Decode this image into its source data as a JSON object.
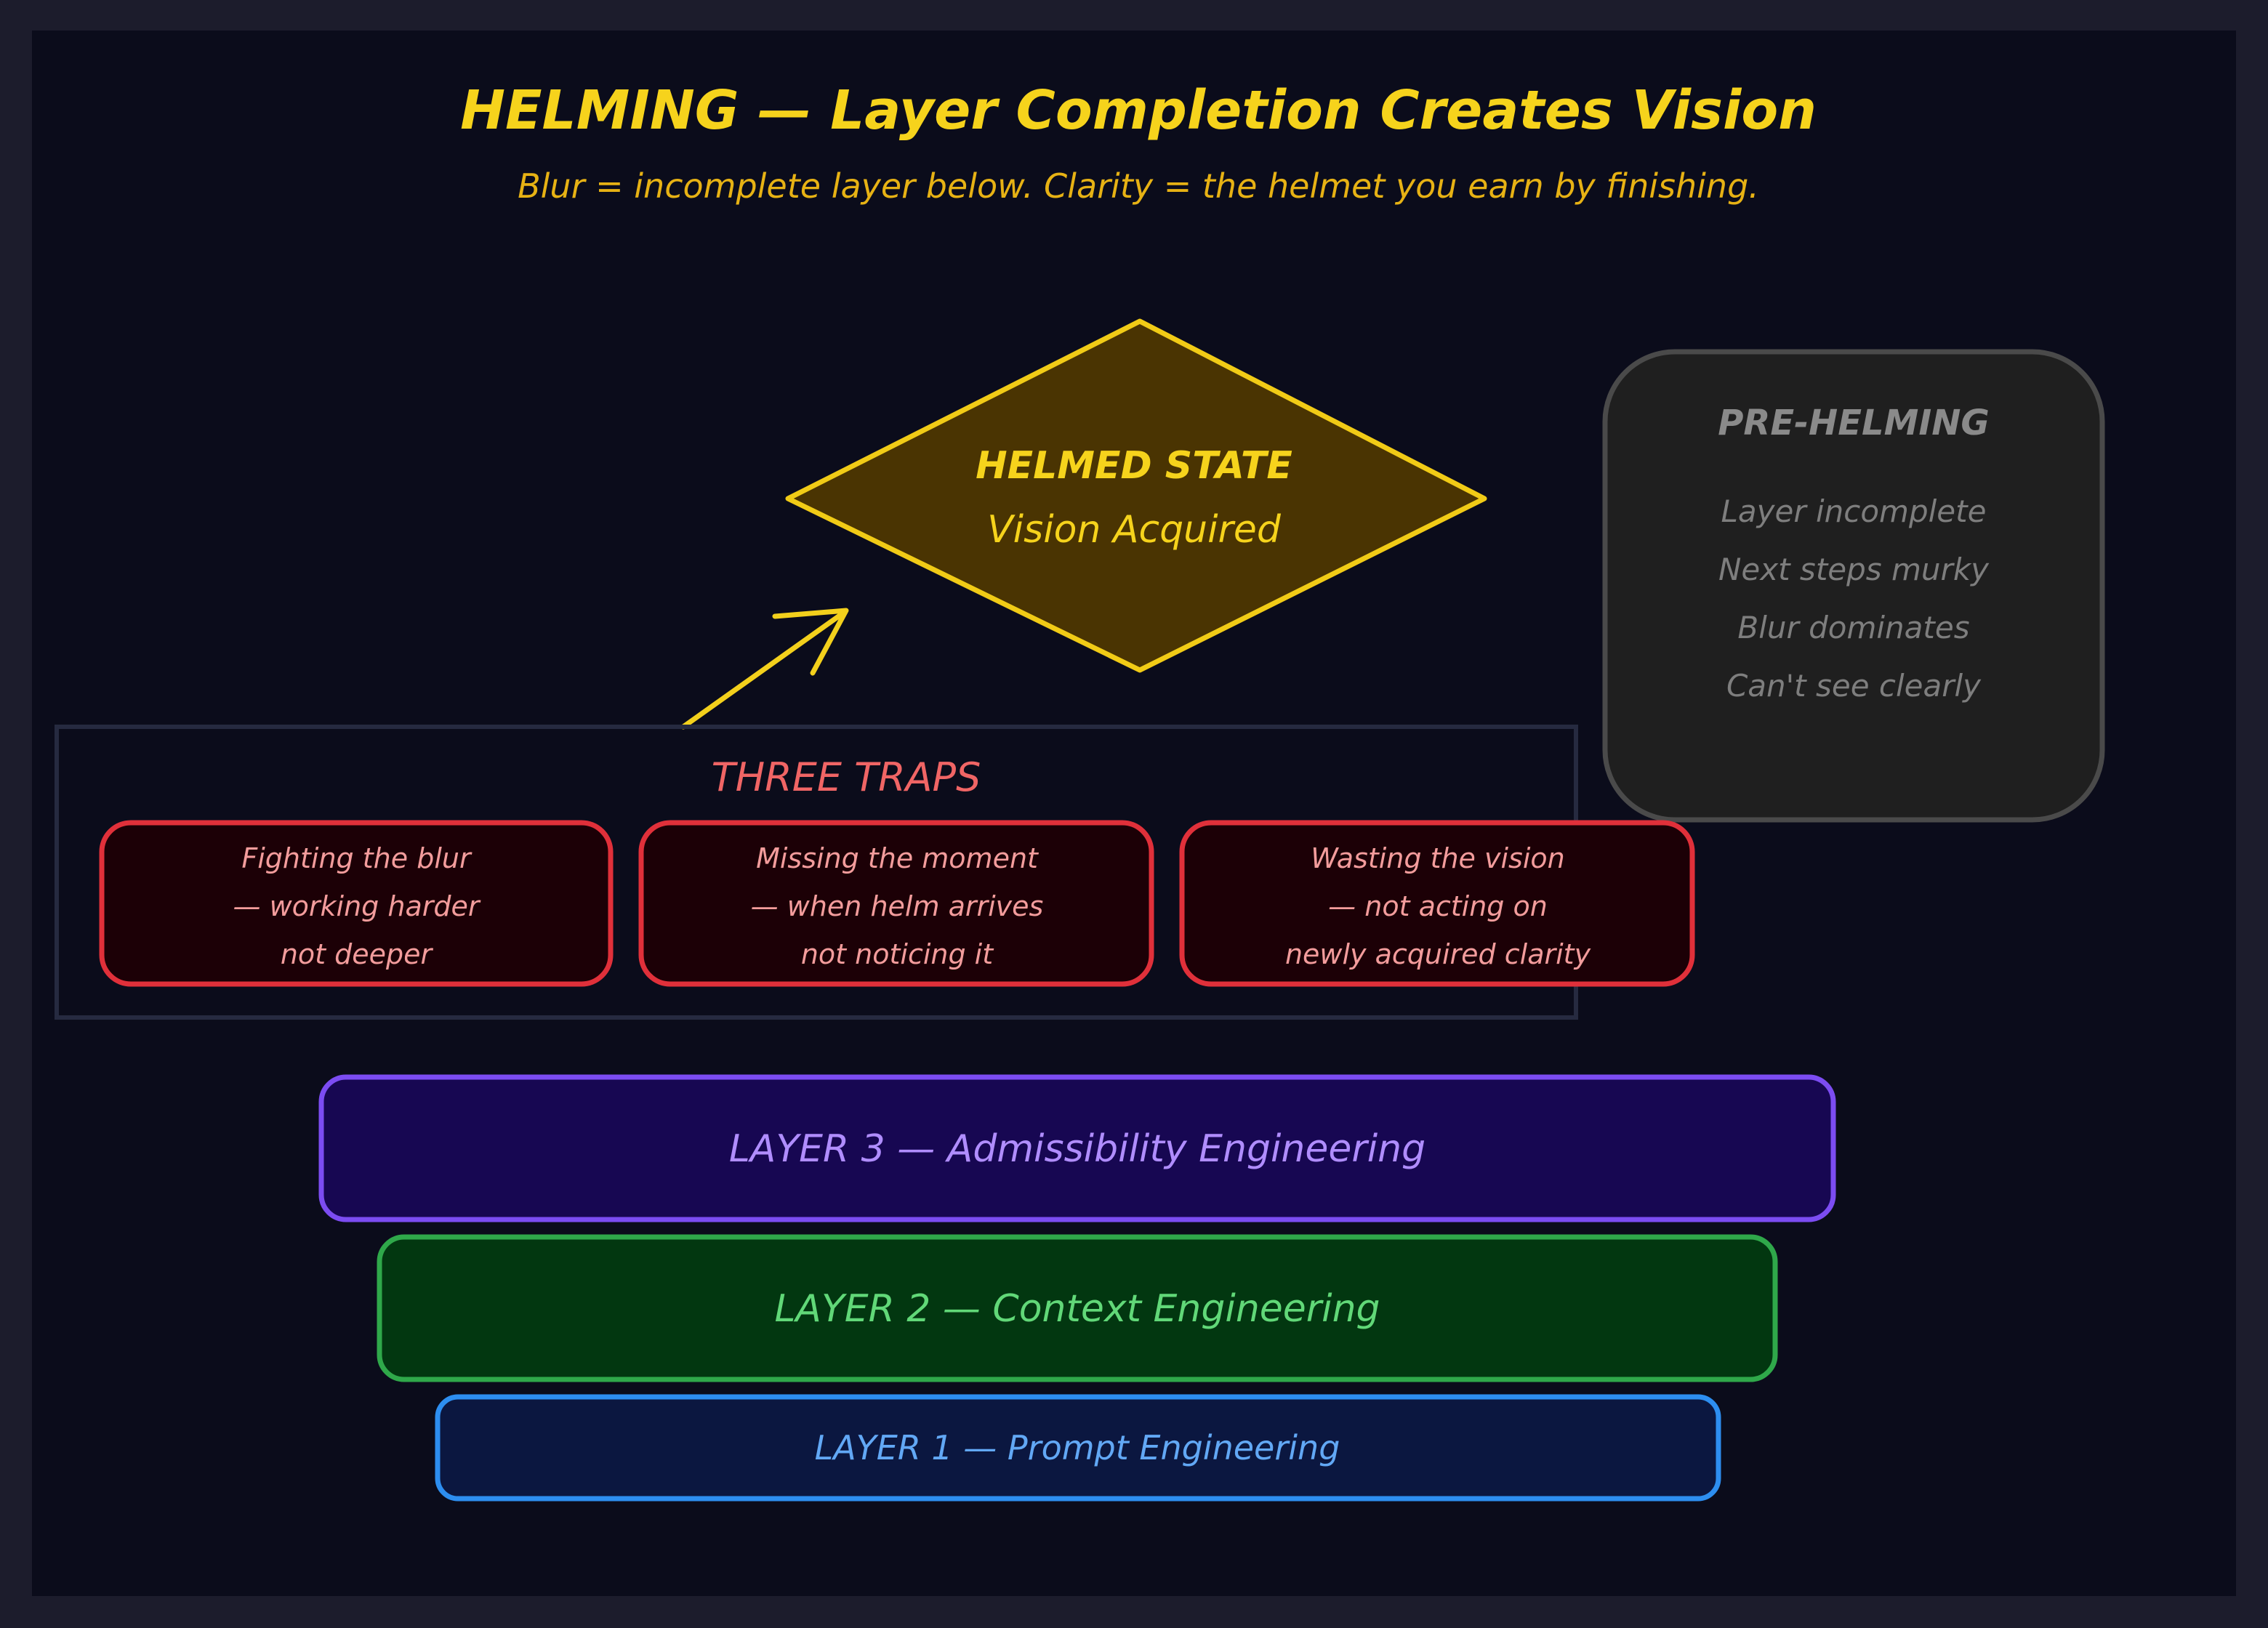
{
  "title": "HELMING — Layer Completion Creates Vision",
  "subtitle": "Blur = incomplete layer below. Clarity = the helmet you earn by finishing.",
  "helmed_state": {
    "title": "HELMED STATE",
    "subtitle": "Vision Acquired"
  },
  "pre_helming": {
    "title": "PRE-HELMING",
    "lines": [
      "Layer incomplete",
      "Next steps murky",
      "Blur dominates",
      "Can't see clearly"
    ]
  },
  "traps": {
    "title": "THREE TRAPS",
    "items": [
      {
        "lines": [
          "Fighting the blur",
          "— working harder",
          "not deeper"
        ]
      },
      {
        "lines": [
          "Missing the moment",
          "— when helm arrives",
          "not noticing it"
        ]
      },
      {
        "lines": [
          "Wasting the vision",
          "— not acting on",
          "newly acquired clarity"
        ]
      }
    ]
  },
  "layers": [
    {
      "label": "LAYER 3 — Admissibility Engineering"
    },
    {
      "label": "LAYER 2 — Context Engineering"
    },
    {
      "label": "LAYER 1 — Prompt Engineering"
    }
  ],
  "colors": {
    "title": "#f6d31c",
    "subtitle": "#e7b214",
    "diamond_stroke": "#f1cb16",
    "diamond_fill": "#4a3402",
    "pre_helming_stroke": "#4a4a4a",
    "pre_helming_fill": "#1f1f1f",
    "pre_helming_text": "#8a8a8a",
    "traps_frame": "#262a40",
    "traps_title": "#f06565",
    "trap_stroke": "#e0303a",
    "trap_fill": "#1c0006",
    "trap_text": "#f39c9c",
    "layer3_stroke": "#7c4cf2",
    "layer3_fill": "#170752",
    "layer3_text": "#b08dff",
    "layer2_stroke": "#2fa84a",
    "layer2_fill": "#023710",
    "layer2_text": "#61d878",
    "layer1_stroke": "#2d8ef0",
    "layer1_fill": "#0b1740",
    "layer1_text": "#62a8f5",
    "arrow": "#f3d01c"
  }
}
